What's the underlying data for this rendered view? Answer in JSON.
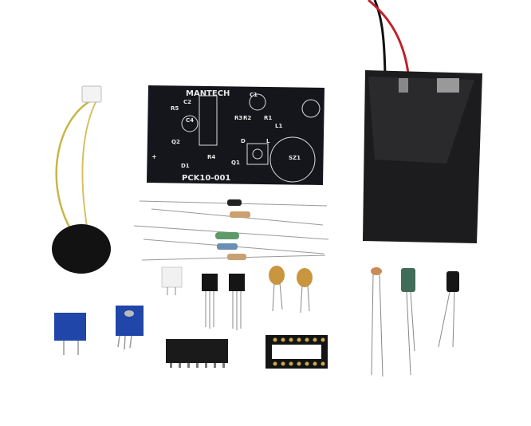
{
  "pcb": {
    "brand": "MANTECH",
    "part_number": "PCK10-001",
    "labels": {
      "r5": "R5",
      "c2": "C2",
      "c4": "C4",
      "q2": "Q2",
      "r4": "R4",
      "d1": "D1",
      "q1": "Q1",
      "c1": "C1",
      "r1": "R1",
      "r3": "R3",
      "r2": "R2",
      "l1": "L1",
      "sz1": "SZ1",
      "dark": "D",
      "light": "L",
      "plus": "+"
    }
  },
  "colors": {
    "pcb": "#15161c",
    "battery_holder": "#1c1c1e",
    "trimmer": "#1f46a8",
    "electrolytic_green": "#3f6d5a",
    "ceramic_cap": "#c9953f",
    "wire_red": "#c0202a"
  }
}
